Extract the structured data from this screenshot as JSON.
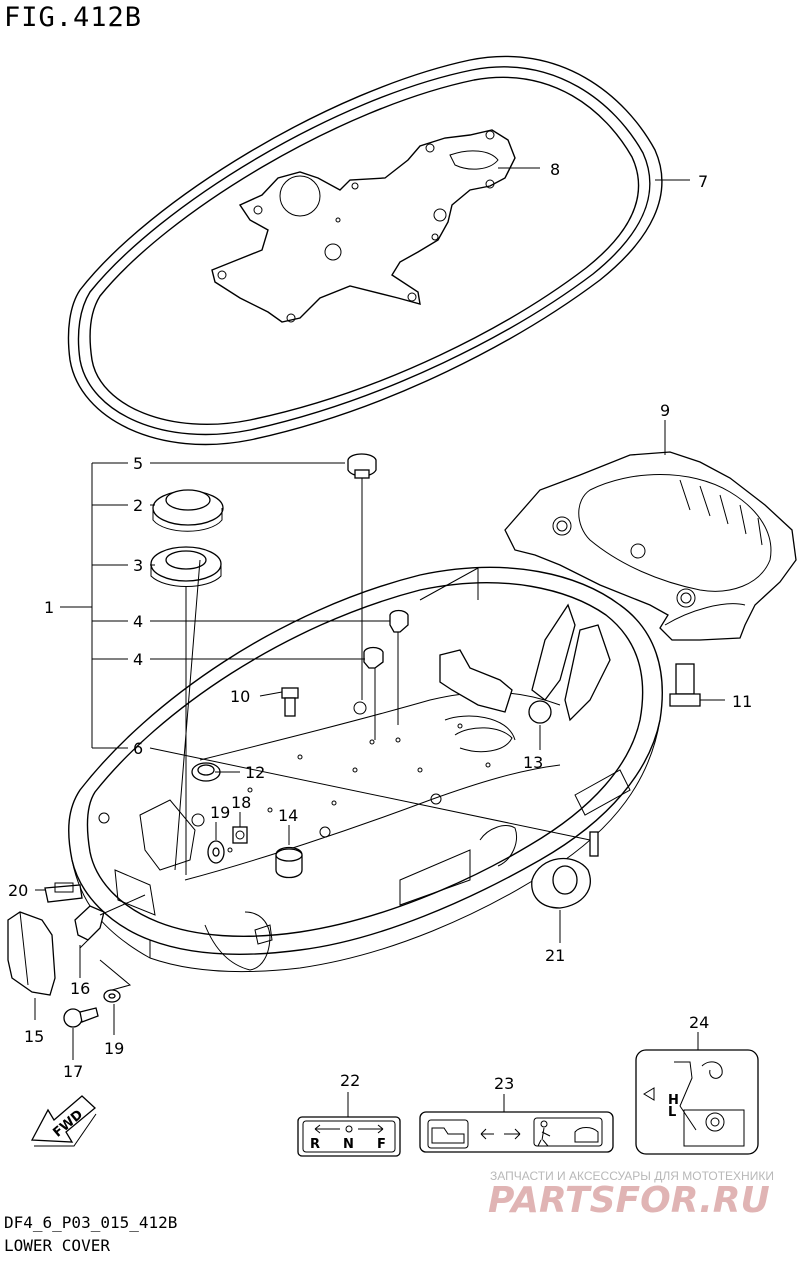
{
  "figure": {
    "title": "FIG.412B",
    "code": "DF4_6_P03_015_412B",
    "caption": "LOWER COVER"
  },
  "callouts": [
    {
      "id": "c1",
      "text": "1"
    },
    {
      "id": "c2",
      "text": "2"
    },
    {
      "id": "c3",
      "text": "3"
    },
    {
      "id": "c4a",
      "text": "4"
    },
    {
      "id": "c4b",
      "text": "4"
    },
    {
      "id": "c5",
      "text": "5"
    },
    {
      "id": "c6",
      "text": "6"
    },
    {
      "id": "c7",
      "text": "7"
    },
    {
      "id": "c8",
      "text": "8"
    },
    {
      "id": "c9",
      "text": "9"
    },
    {
      "id": "c10",
      "text": "10"
    },
    {
      "id": "c11",
      "text": "11"
    },
    {
      "id": "c12",
      "text": "12"
    },
    {
      "id": "c13",
      "text": "13"
    },
    {
      "id": "c14",
      "text": "14"
    },
    {
      "id": "c15",
      "text": "15"
    },
    {
      "id": "c16",
      "text": "16"
    },
    {
      "id": "c17",
      "text": "17"
    },
    {
      "id": "c18",
      "text": "18"
    },
    {
      "id": "c19a",
      "text": "19"
    },
    {
      "id": "c19b",
      "text": "19"
    },
    {
      "id": "c20",
      "text": "20"
    },
    {
      "id": "c21",
      "text": "21"
    },
    {
      "id": "c22",
      "text": "22"
    },
    {
      "id": "c23",
      "text": "23"
    },
    {
      "id": "c24",
      "text": "24"
    }
  ],
  "labels": {
    "fwd": "FWD",
    "gear": [
      "R",
      "N",
      "F"
    ],
    "oil_level": [
      "H",
      "L"
    ]
  },
  "watermark": {
    "line1": "ЗАПЧАСТИ И АКСЕССУАРЫ ДЛЯ МОТОТЕХНИКИ",
    "line2": "PARTSFOR.RU"
  }
}
